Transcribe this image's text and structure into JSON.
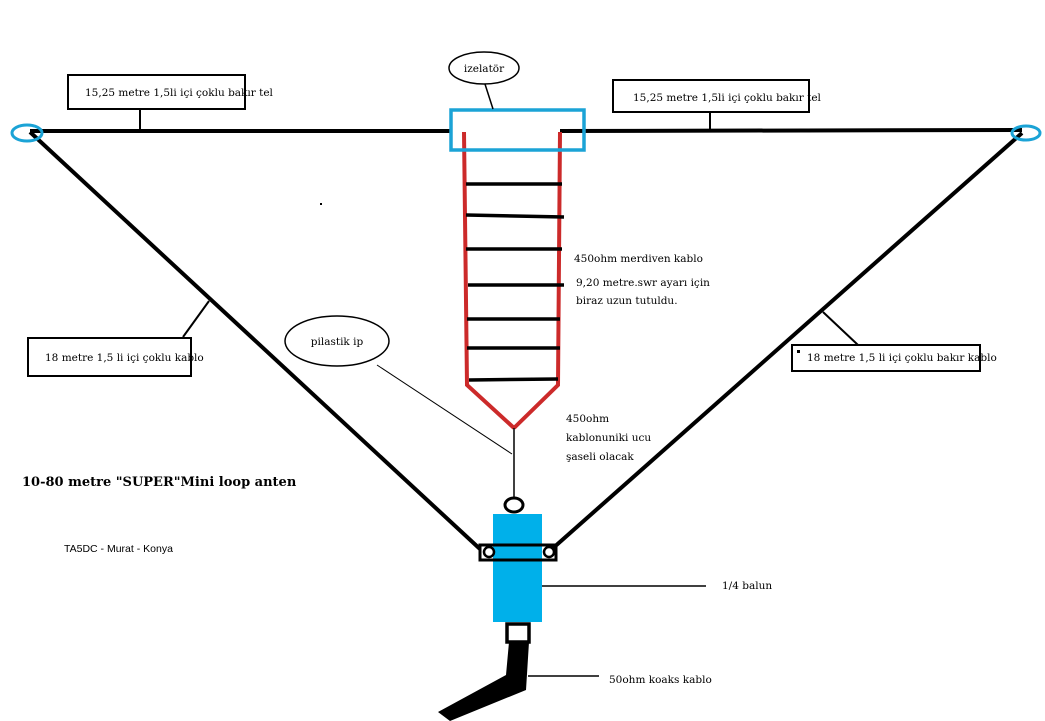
{
  "labels": {
    "insulator": "izelatör",
    "wire_left": "15,25 metre 1,5li içi çoklu bakır tel",
    "wire_right": "15,25 metre 1,5li içi çoklu bakır tel",
    "ladder_line_1": "450ohm merdiven kablo",
    "ladder_line_2": "9,20 metre.swr ayarı için",
    "ladder_line_3": "biraz uzun tutuldu.",
    "plastic_rope": "pilastik ip",
    "cable_left": "18 metre 1,5 li içi çoklu kablo",
    "cable_right": "18 metre 1,5 li içi çoklu bakır kablo",
    "ladder_end_1": "450ohm",
    "ladder_end_2": "kablonuniki ucu",
    "ladder_end_3": "şaseli olacak",
    "title": "10-80 metre \"SUPER\"Mini loop  anten",
    "author": "TA5DC - Murat - Konya",
    "balun": "1/4 balun",
    "coax": "50ohm koaks kablo"
  },
  "colors": {
    "wire": "#000000",
    "ladder_sides": "#cc2a2a",
    "insulator_box": "#1ba3d6",
    "end_insulators": "#1ba3d6",
    "balun_body": "#00b0ea"
  }
}
